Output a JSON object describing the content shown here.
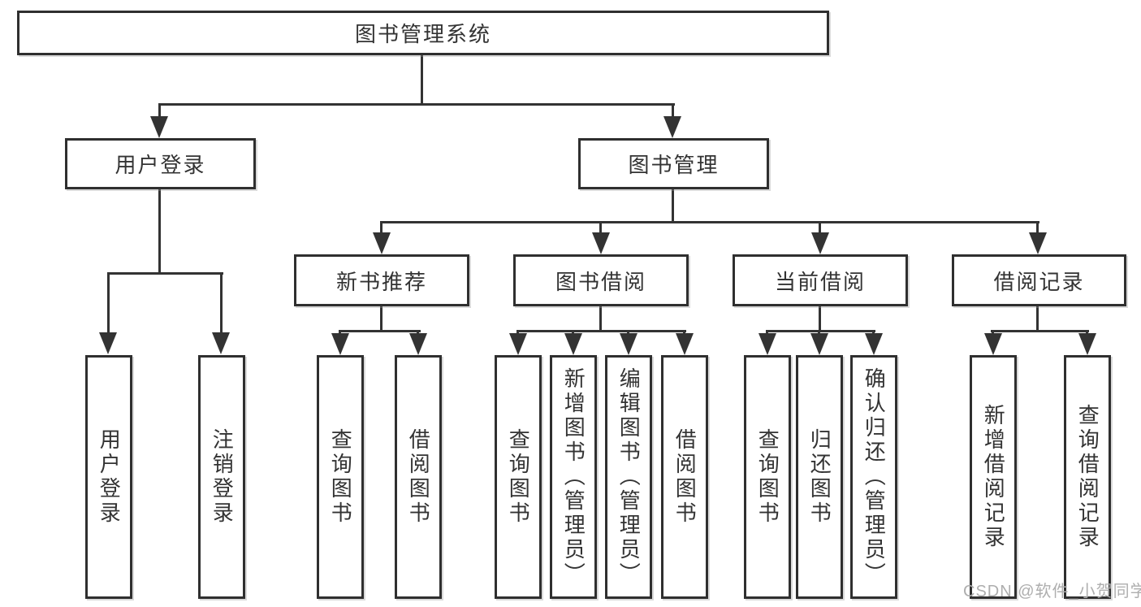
{
  "diagram": {
    "type": "hierarchy-tree",
    "colors": {
      "box_border": "#2f2f2f",
      "connector": "#333333",
      "text": "#333333",
      "box_fill": "#ffffff",
      "watermark": "#aeaeae"
    },
    "nodes": {
      "root": {
        "label": "图书管理系统"
      },
      "user_login": {
        "label": "用户登录"
      },
      "book_management": {
        "label": "图书管理"
      },
      "login": {
        "label": "用户登录"
      },
      "logout": {
        "label": "注销登录"
      },
      "new_book_recommend": {
        "label": "新书推荐"
      },
      "book_borrow": {
        "label": "图书借阅"
      },
      "current_borrow": {
        "label": "当前借阅"
      },
      "borrow_record": {
        "label": "借阅记录"
      },
      "rec_query_book": {
        "label": "查询图书"
      },
      "rec_borrow_book": {
        "label": "借阅图书"
      },
      "bb_query_book": {
        "label": "查询图书"
      },
      "bb_add_book": {
        "label": "新增图书（管理员）"
      },
      "bb_edit_book": {
        "label": "编辑图书（管理员）"
      },
      "bb_borrow_book": {
        "label": "借阅图书"
      },
      "cb_query_book": {
        "label": "查询图书"
      },
      "cb_return_book": {
        "label": "归还图书"
      },
      "cb_confirm_return": {
        "label": "确认归还（管理员）"
      },
      "br_add_record": {
        "label": "新增借阅记录"
      },
      "br_query_record": {
        "label": "查询借阅记录"
      }
    },
    "hierarchy": {
      "root": "图书管理系统",
      "children": [
        {
          "label": "用户登录",
          "children": [
            "用户登录",
            "注销登录"
          ]
        },
        {
          "label": "图书管理",
          "children": [
            {
              "label": "新书推荐",
              "children": [
                "查询图书",
                "借阅图书"
              ]
            },
            {
              "label": "图书借阅",
              "children": [
                "查询图书",
                "新增图书（管理员）",
                "编辑图书（管理员）",
                "借阅图书"
              ]
            },
            {
              "label": "当前借阅",
              "children": [
                "查询图书",
                "归还图书",
                "确认归还（管理员）"
              ]
            },
            {
              "label": "借阅记录",
              "children": [
                "新增借阅记录",
                "查询借阅记录"
              ]
            }
          ]
        }
      ]
    },
    "watermark": "CSDN @软件_小贺同学"
  }
}
